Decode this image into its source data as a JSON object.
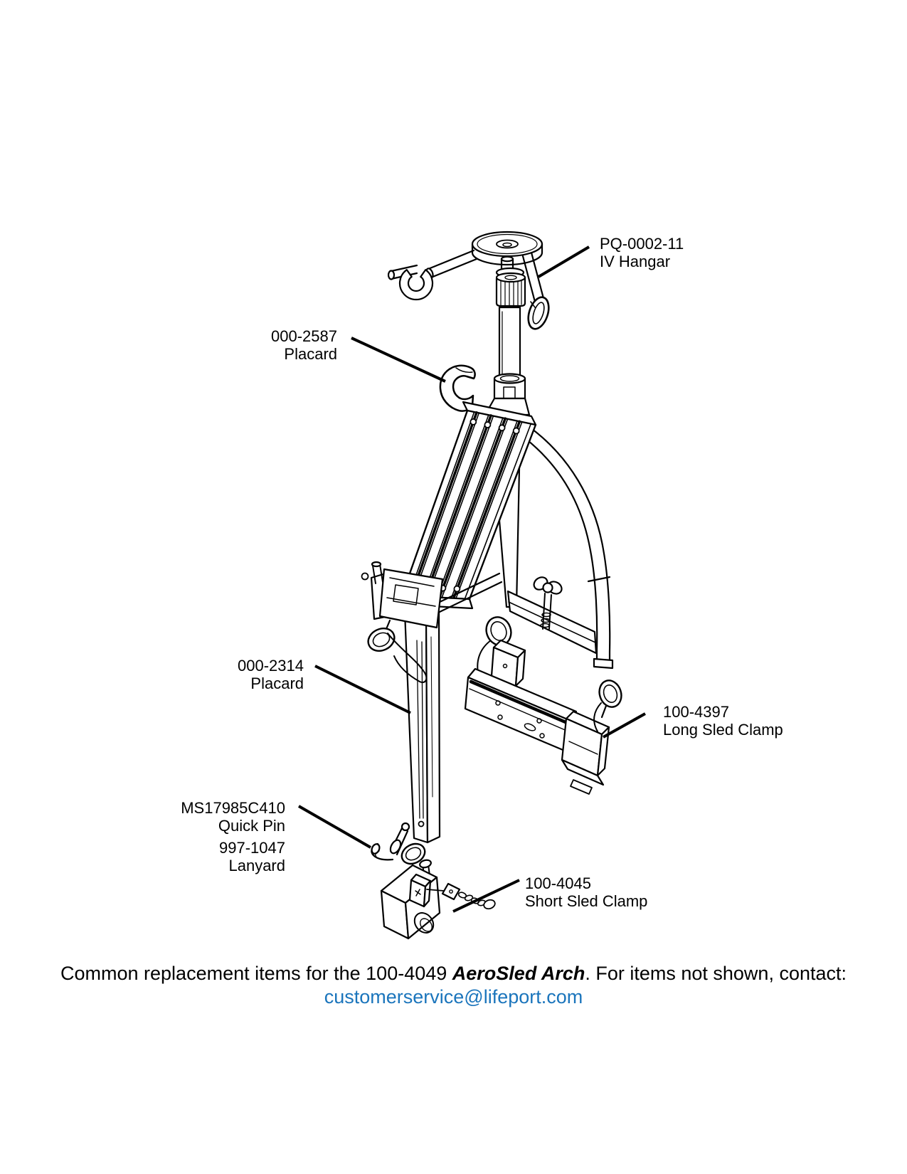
{
  "document": {
    "kind": "illustrated parts diagram",
    "product_number": "100-4049",
    "product_name": "AeroSled Arch"
  },
  "labels": {
    "iv_hangar": {
      "number": "PQ-0002-11",
      "name": "IV Hangar"
    },
    "placard_upper": {
      "number": "000-2587",
      "name": "Placard"
    },
    "placard_lower": {
      "number": "000-2314",
      "name": "Placard"
    },
    "long_sled_clamp": {
      "number": "100-4397",
      "name": "Long Sled Clamp"
    },
    "quick_pin": {
      "number": "MS17985C410",
      "name": "Quick Pin"
    },
    "lanyard": {
      "number": "997-1047",
      "name": "Lanyard"
    },
    "short_sled_clamp": {
      "number": "100-4045",
      "name": "Short Sled Clamp"
    }
  },
  "caption": {
    "prefix": "Common replacement items for the 100-4049 ",
    "product": "AeroSled Arch",
    "suffix": ". For items not shown, contact:",
    "email": "customerservice@lifeport.com"
  },
  "colors": {
    "line": "#000000",
    "link": "#1B75BC",
    "background": "#ffffff"
  }
}
